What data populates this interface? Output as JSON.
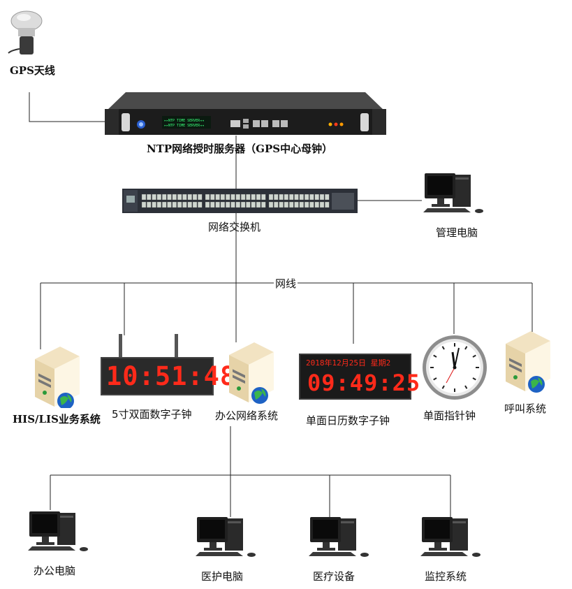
{
  "labels": {
    "gps_antenna": "GPS天线",
    "ntp_server": "NTP网络授时服务器（GPS中心母钟）",
    "network_switch": "网络交换机",
    "admin_pc": "管理电脑",
    "network_cable": "网线",
    "his_lis": "HIS/LIS业务系统",
    "double_clock": "5寸双面数字子钟",
    "office_network": "办公网络系统",
    "calendar_clock": "单面日历数字子钟",
    "analog_clock": "单面指针钟",
    "call_system": "呼叫系统",
    "office_pc": "办公电脑",
    "medical_pc": "医护电脑",
    "medical_device": "医疗设备",
    "monitoring": "监控系统"
  },
  "devices": {
    "server_display_line1": "▸▸NTP TIME SERVER◂◂",
    "server_display_line2": "▸▸NTP TIME SERVER◂◂",
    "double_clock_time": "10:51:48",
    "calendar_date": "2018年12月25日 星期2",
    "calendar_time": "09:49:25"
  },
  "colors": {
    "line": "#222222",
    "led_red": "#ff2a1a",
    "led_cyan": "#3fe0ff"
  }
}
